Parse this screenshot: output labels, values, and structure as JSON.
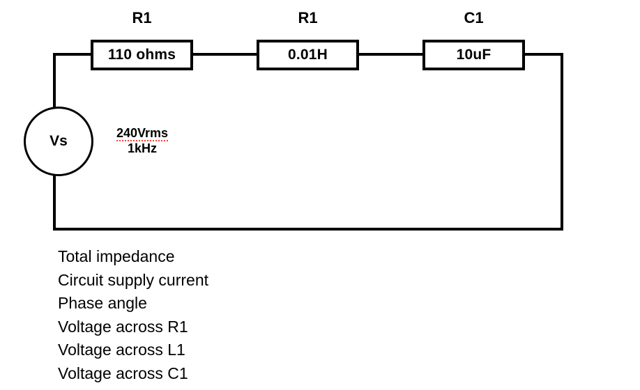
{
  "colors": {
    "ink": "#000000",
    "background": "#ffffff",
    "spellcheck": "#ff3b30"
  },
  "circuit": {
    "source": {
      "name": "Vs",
      "voltage": "240Vrms",
      "frequency": "1kHz"
    },
    "components": [
      {
        "label": "R1",
        "value": "110 ohms"
      },
      {
        "label": "R1",
        "value": "0.01H"
      },
      {
        "label": "C1",
        "value": "10uF"
      }
    ]
  },
  "questions": {
    "items": [
      "Total impedance",
      "Circuit supply current",
      "Phase angle",
      "Voltage across R1",
      "Voltage across L1",
      "Voltage across C1"
    ]
  }
}
